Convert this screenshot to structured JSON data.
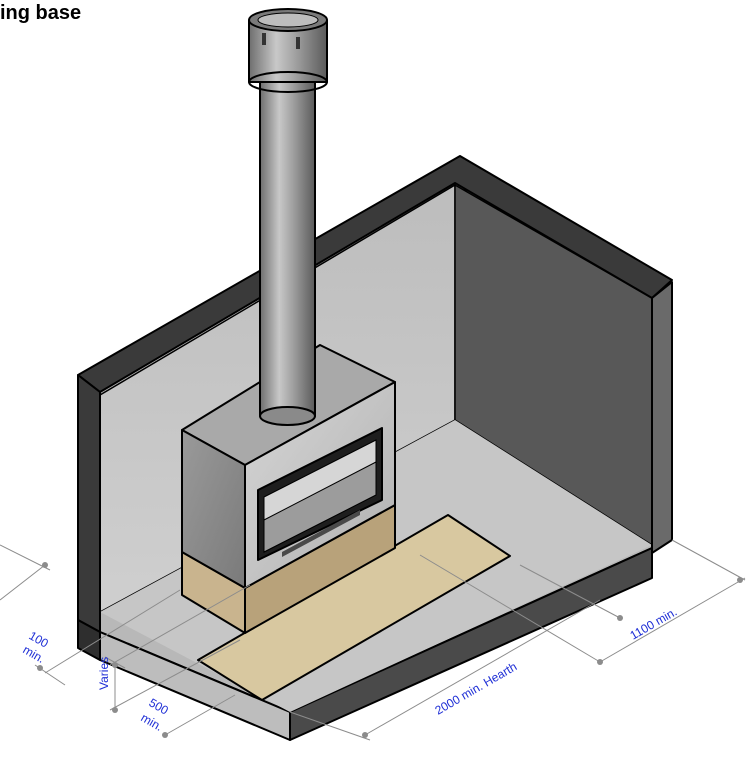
{
  "title": "ing base",
  "dimensions": {
    "side_depth": "100",
    "side_depth_unit": "min.",
    "height": "Varies",
    "front_depth": "500",
    "front_depth_unit": "min.",
    "hearth": "2000 min. Hearth",
    "width": "1100 min."
  },
  "colors": {
    "wall_dark": "#3a3a3a",
    "wall_light": "#bcbcbc",
    "floor": "#b8b8b8",
    "hearth_pad": "#d8c8a0",
    "base_plinth": "#c9b48e",
    "flue": "#a7a7a7",
    "dimension_text": "#1f2fd6"
  }
}
